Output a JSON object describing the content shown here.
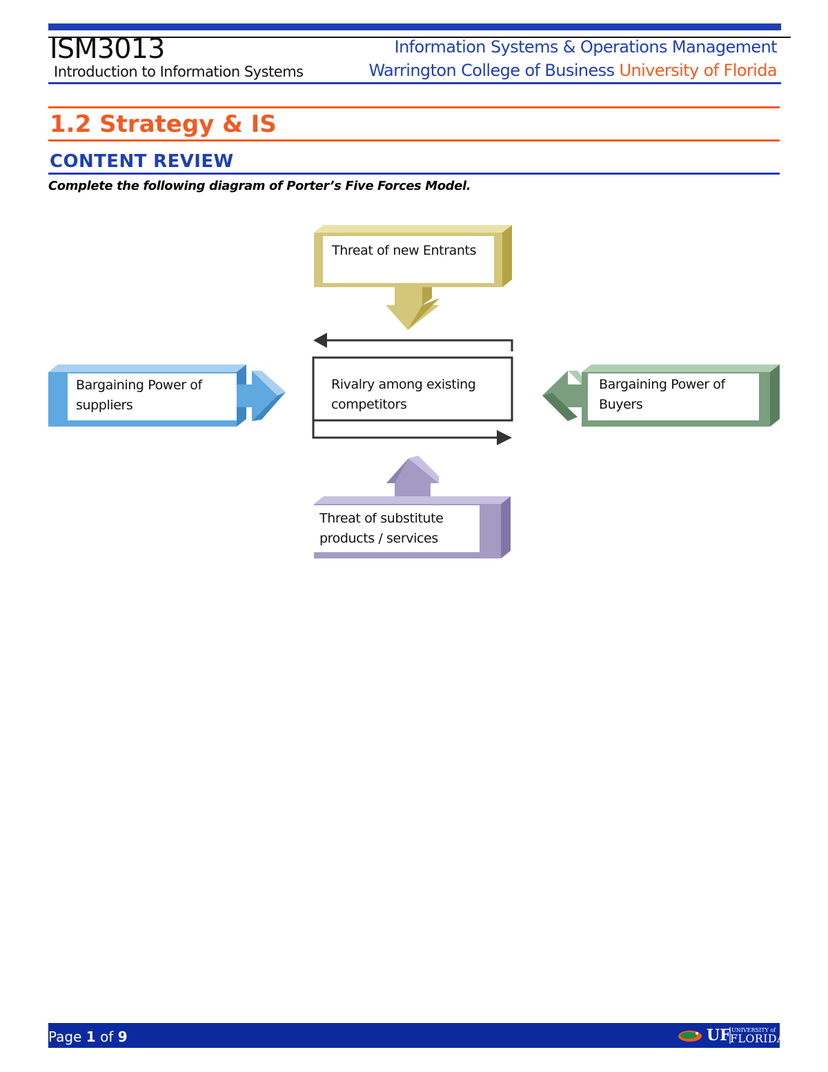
{
  "header": {
    "course_code": "ISM3013",
    "course_name": "Introduction to Information Systems",
    "department": "Information Systems & Operations Management",
    "college": "Warrington College of Business",
    "university": "University of Florida"
  },
  "section": {
    "title": "1.2 Strategy & IS",
    "subheading": "CONTENT REVIEW",
    "instructions": "Complete the following diagram of Porter’s Five Forces Model."
  },
  "diagram": {
    "new_entrants": {
      "line1": "Threat of new Entrants",
      "color": "#d4c67a"
    },
    "suppliers": {
      "line1": "Bargaining Power of",
      "line2": "suppliers",
      "color": "#5fa8e0"
    },
    "rivalry": {
      "line1": "Rivalry among existing",
      "line2": "competitors",
      "color": "#333333"
    },
    "buyers": {
      "line1": "Bargaining Power of",
      "line2": "Buyers",
      "color": "#7a9e7e"
    },
    "substitutes": {
      "line1": "Threat of substitute",
      "line2": "products / services",
      "color": "#a49bc4"
    }
  },
  "footer": {
    "page_word": "Page",
    "page_number": "1",
    "of_word": "of",
    "page_total": "9",
    "logo_uf": "UF",
    "logo_university_of": "UNIVERSITY of",
    "logo_florida": "FLORIDA"
  },
  "colors": {
    "brand_blue": "#1f3fb3",
    "brand_orange": "#f15a22",
    "footer_blue": "#0b2aa0"
  }
}
